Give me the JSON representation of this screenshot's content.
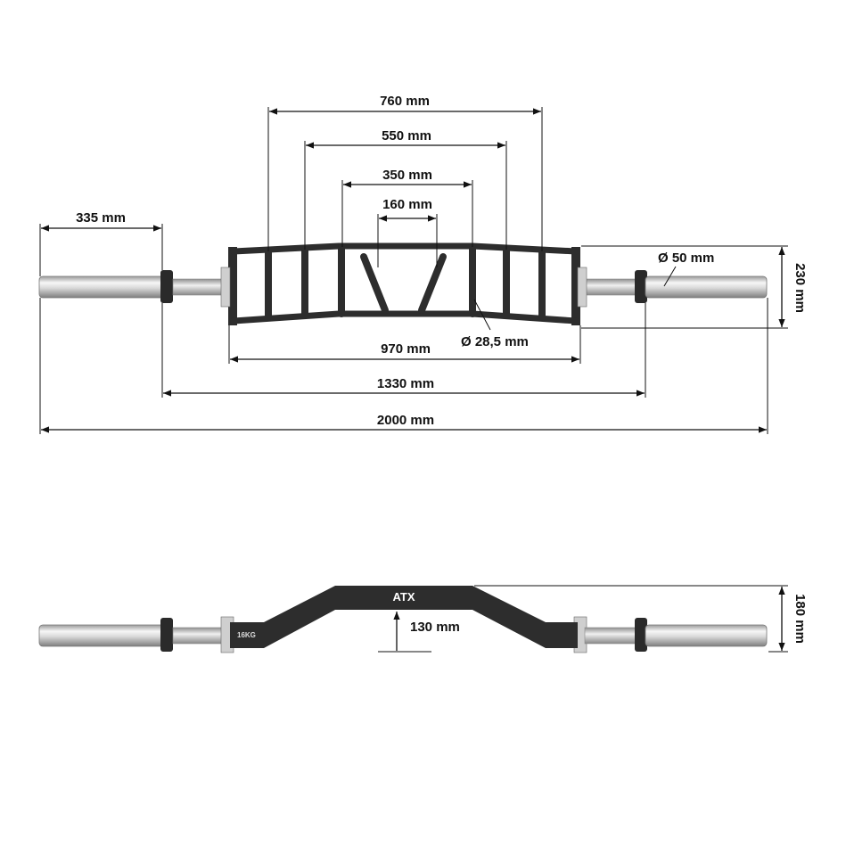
{
  "top_view": {
    "dim_760": "760 mm",
    "dim_550": "550 mm",
    "dim_350": "350 mm",
    "dim_160": "160 mm",
    "dim_335": "335 mm",
    "dim_970": "970 mm",
    "dim_1330": "1330 mm",
    "dim_2000": "2000 mm",
    "dim_dia50": "Ø 50 mm",
    "dim_dia285": "Ø 28,5 mm",
    "dim_230": "230 mm"
  },
  "side_view": {
    "dim_130": "130 mm",
    "dim_180": "180 mm",
    "logo": "ATX",
    "weight_label": "16KG"
  },
  "colors": {
    "frame": "#2d2d2d",
    "chrome_light": "#f2f2f2",
    "chrome_dark": "#8a8a8a",
    "collar": "#2a2a2a"
  }
}
